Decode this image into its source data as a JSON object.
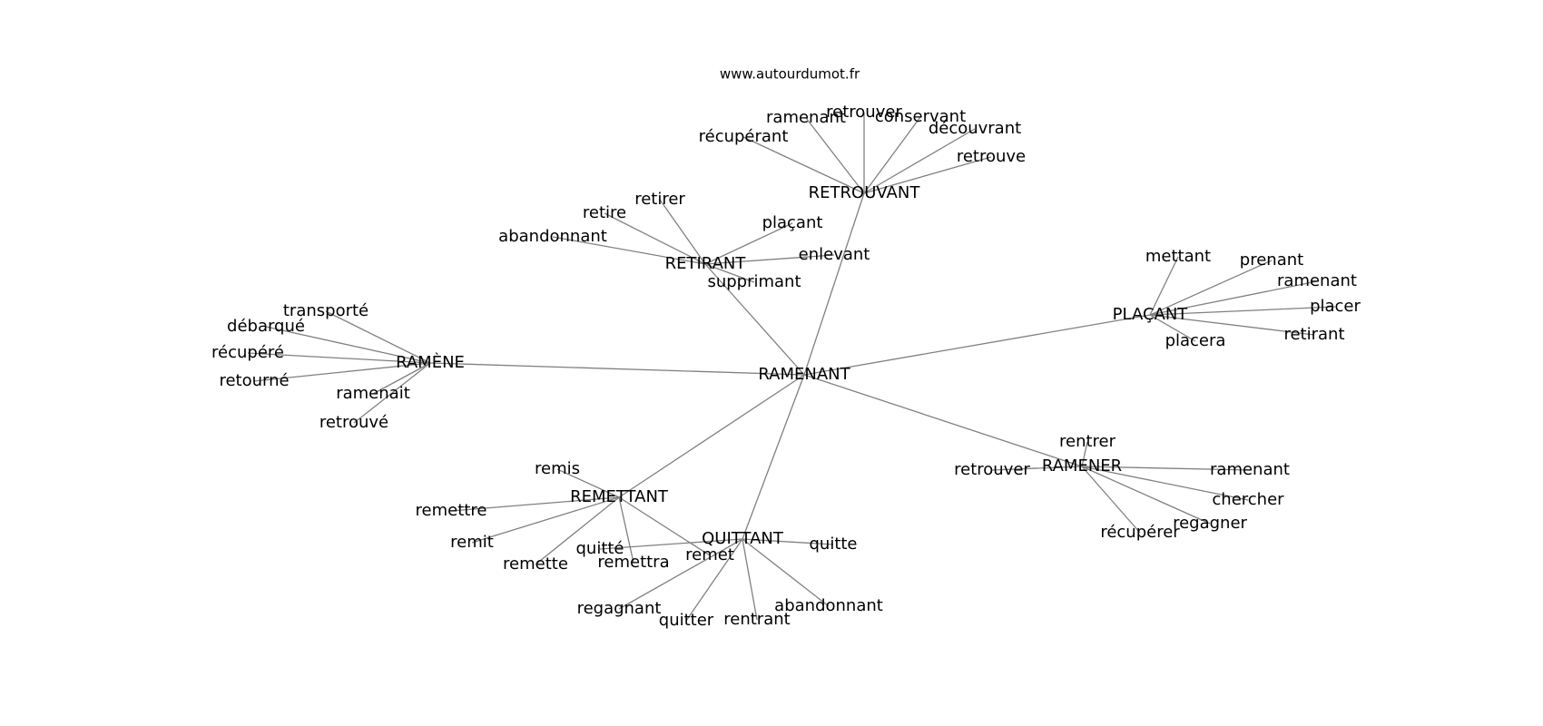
{
  "site": "www.autourdumot.fr",
  "colors": {
    "edge": "#808080",
    "text": "#000000",
    "background": "#ffffff"
  },
  "graph": {
    "nodes": [
      {
        "id": "ramenant_center",
        "label": "RAMENANT"
      },
      {
        "id": "retrouvant",
        "label": "RETROUVANT"
      },
      {
        "id": "retirant",
        "label": "RETIRANT"
      },
      {
        "id": "placant",
        "label": "PLAÇANT"
      },
      {
        "id": "ramene",
        "label": "RAMÈNE"
      },
      {
        "id": "remettant",
        "label": "REMETTANT"
      },
      {
        "id": "quittant",
        "label": "QUITTANT"
      },
      {
        "id": "ramener",
        "label": "RAMENER"
      },
      {
        "id": "rt_recuperant",
        "label": "récupérant"
      },
      {
        "id": "rt_ramenant",
        "label": "ramenant"
      },
      {
        "id": "rt_retrouver",
        "label": "retrouver"
      },
      {
        "id": "rt_conservant",
        "label": "conservant"
      },
      {
        "id": "rt_decouvrant",
        "label": "découvrant"
      },
      {
        "id": "rt_retrouve",
        "label": "retrouve"
      },
      {
        "id": "ri_retirer",
        "label": "retirer"
      },
      {
        "id": "ri_retire",
        "label": "retire"
      },
      {
        "id": "ri_abandonnant",
        "label": "abandonnant"
      },
      {
        "id": "ri_placant",
        "label": "plaçant"
      },
      {
        "id": "ri_enlevant",
        "label": "enlevant"
      },
      {
        "id": "ri_supprimant",
        "label": "supprimant"
      },
      {
        "id": "pl_mettant",
        "label": "mettant"
      },
      {
        "id": "pl_prenant",
        "label": "prenant"
      },
      {
        "id": "pl_ramenant",
        "label": "ramenant"
      },
      {
        "id": "pl_placer",
        "label": "placer"
      },
      {
        "id": "pl_retirant",
        "label": "retirant"
      },
      {
        "id": "pl_placera",
        "label": "placera"
      },
      {
        "id": "ra_transporte",
        "label": "transporté"
      },
      {
        "id": "ra_debarque",
        "label": "débarqué"
      },
      {
        "id": "ra_recupere",
        "label": "récupéré"
      },
      {
        "id": "ra_retourne",
        "label": "retourné"
      },
      {
        "id": "ra_ramenait",
        "label": "ramenait"
      },
      {
        "id": "ra_retrouve",
        "label": "retrouvé"
      },
      {
        "id": "re_remis",
        "label": "remis"
      },
      {
        "id": "re_remettre",
        "label": "remettre"
      },
      {
        "id": "re_remit",
        "label": "remit"
      },
      {
        "id": "re_remette",
        "label": "remette"
      },
      {
        "id": "re_remettra",
        "label": "remettra"
      },
      {
        "id": "re_remet",
        "label": "remet"
      },
      {
        "id": "qu_quitte_pp",
        "label": "quitté"
      },
      {
        "id": "qu_quitte",
        "label": "quitte"
      },
      {
        "id": "qu_regagnant",
        "label": "regagnant"
      },
      {
        "id": "qu_quitter",
        "label": "quitter"
      },
      {
        "id": "qu_rentrant",
        "label": "rentrant"
      },
      {
        "id": "qu_abandonnant",
        "label": "abandonnant"
      },
      {
        "id": "rr_rentrer",
        "label": "rentrer"
      },
      {
        "id": "rr_retrouver",
        "label": "retrouver"
      },
      {
        "id": "rr_ramenant",
        "label": "ramenant"
      },
      {
        "id": "rr_chercher",
        "label": "chercher"
      },
      {
        "id": "rr_regagner",
        "label": "regagner"
      },
      {
        "id": "rr_recuperer",
        "label": "récupérer"
      }
    ],
    "edges": [
      [
        "ramenant_center",
        "retrouvant"
      ],
      [
        "ramenant_center",
        "retirant"
      ],
      [
        "ramenant_center",
        "placant"
      ],
      [
        "ramenant_center",
        "ramene"
      ],
      [
        "ramenant_center",
        "remettant"
      ],
      [
        "ramenant_center",
        "quittant"
      ],
      [
        "ramenant_center",
        "ramener"
      ],
      [
        "retrouvant",
        "rt_recuperant"
      ],
      [
        "retrouvant",
        "rt_ramenant"
      ],
      [
        "retrouvant",
        "rt_retrouver"
      ],
      [
        "retrouvant",
        "rt_conservant"
      ],
      [
        "retrouvant",
        "rt_decouvrant"
      ],
      [
        "retrouvant",
        "rt_retrouve"
      ],
      [
        "retirant",
        "ri_retirer"
      ],
      [
        "retirant",
        "ri_retire"
      ],
      [
        "retirant",
        "ri_abandonnant"
      ],
      [
        "retirant",
        "ri_placant"
      ],
      [
        "retirant",
        "ri_enlevant"
      ],
      [
        "retirant",
        "ri_supprimant"
      ],
      [
        "placant",
        "pl_mettant"
      ],
      [
        "placant",
        "pl_prenant"
      ],
      [
        "placant",
        "pl_ramenant"
      ],
      [
        "placant",
        "pl_placer"
      ],
      [
        "placant",
        "pl_retirant"
      ],
      [
        "placant",
        "pl_placera"
      ],
      [
        "ramene",
        "ra_transporte"
      ],
      [
        "ramene",
        "ra_debarque"
      ],
      [
        "ramene",
        "ra_recupere"
      ],
      [
        "ramene",
        "ra_retourne"
      ],
      [
        "ramene",
        "ra_ramenait"
      ],
      [
        "ramene",
        "ra_retrouve"
      ],
      [
        "remettant",
        "re_remis"
      ],
      [
        "remettant",
        "re_remettre"
      ],
      [
        "remettant",
        "re_remit"
      ],
      [
        "remettant",
        "re_remette"
      ],
      [
        "remettant",
        "re_remettra"
      ],
      [
        "remettant",
        "re_remet"
      ],
      [
        "quittant",
        "qu_quitte_pp"
      ],
      [
        "quittant",
        "qu_quitte"
      ],
      [
        "quittant",
        "qu_regagnant"
      ],
      [
        "quittant",
        "qu_quitter"
      ],
      [
        "quittant",
        "qu_rentrant"
      ],
      [
        "quittant",
        "qu_abandonnant"
      ],
      [
        "ramener",
        "rr_rentrer"
      ],
      [
        "ramener",
        "rr_retrouver"
      ],
      [
        "ramener",
        "rr_ramenant"
      ],
      [
        "ramener",
        "rr_chercher"
      ],
      [
        "ramener",
        "rr_regagner"
      ],
      [
        "ramener",
        "rr_recuperer"
      ]
    ]
  }
}
